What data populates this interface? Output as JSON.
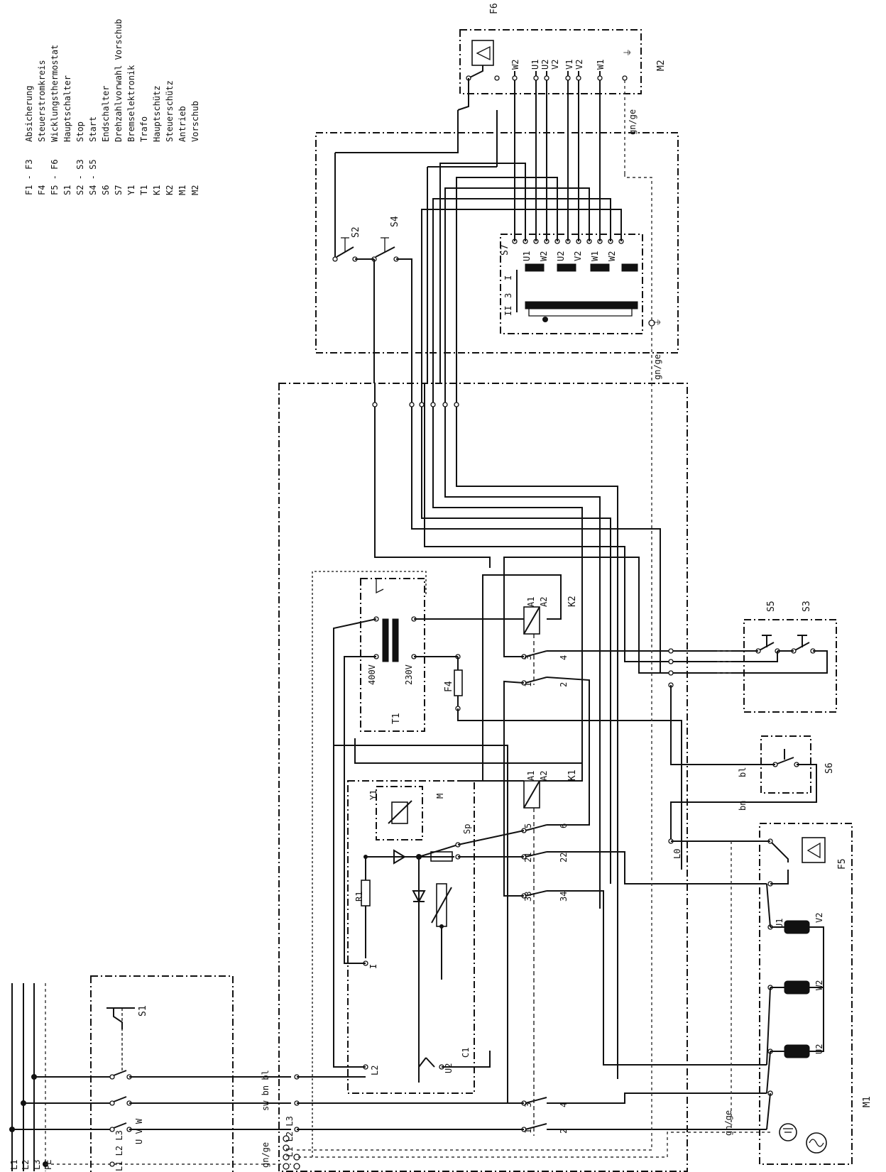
{
  "legend": [
    {
      "code": "F1 - F3",
      "text": "Absicherung"
    },
    {
      "code": "F4",
      "text": "Steuerstromkreis"
    },
    {
      "code": "F5 - F6",
      "text": "Wicklungsthermostat"
    },
    {
      "code": "S1",
      "text": "Hauptschalter"
    },
    {
      "code": "S2 - S3",
      "text": "Stop"
    },
    {
      "code": "S4 - S5",
      "text": "Start"
    },
    {
      "code": "S6",
      "text": "Endschalter"
    },
    {
      "code": "S7",
      "text": "Drehzahlvorwahl Vorschub"
    },
    {
      "code": "Y1",
      "text": "Bremselektronik"
    },
    {
      "code": "T1",
      "text": "Trafo"
    },
    {
      "code": "K1",
      "text": "Hauptschütz"
    },
    {
      "code": "K2",
      "text": "Steuerschütz"
    },
    {
      "code": "M1",
      "text": "Antrieb"
    },
    {
      "code": "M2",
      "text": "Vorschub"
    }
  ],
  "supply": [
    "L1",
    "L2",
    "L3",
    "PE"
  ],
  "components": {
    "s1": "S1",
    "s2": "S2",
    "s3": "S3",
    "s4": "S4",
    "s5": "S5",
    "s6": "S6",
    "s7": "S7",
    "t1": "T1",
    "k1": "K1",
    "k2": "K2",
    "f4": "F4",
    "f5": "F5",
    "f6": "F6",
    "m1": "M1",
    "m2": "M2",
    "y1": "Y1",
    "r1": "R1"
  },
  "labels": {
    "pe_wire": "gn/ge",
    "wire_colors": "sw bn bl",
    "tr_400v": "400V",
    "tr_230v": "230V",
    "s1_ph": "L1 L2 L3",
    "s1_out": "U V W",
    "term_l": "L1 L2 L3",
    "y1_i": "I",
    "y1_u2": "U2",
    "y1_c1": "C1",
    "y1_l2": "L2",
    "y1_sp": "Sp",
    "y1_m": "M",
    "k_a1": "A1",
    "k_a2": "A2",
    "bl": "bl",
    "bn": "bn",
    "l0": "L0",
    "s7_i": "I",
    "s7_ii": "II",
    "s7_3": "3",
    "m1_u1": "U1",
    "m1_v2": "V2",
    "m1_w2": "W2",
    "m1_u2": "U2"
  },
  "k1_contacts": [
    "1",
    "2",
    "3",
    "4",
    "5",
    "6",
    "21",
    "22",
    "33",
    "34"
  ],
  "k2_contacts": [
    "1",
    "2",
    "3",
    "4"
  ],
  "m2_terminals": [
    "W2",
    "U1",
    "U2",
    "V2",
    "V1",
    "V2",
    "W1"
  ],
  "s7_rows": [
    "U1",
    "W2",
    "U2",
    "V2",
    "W1",
    "W2"
  ]
}
